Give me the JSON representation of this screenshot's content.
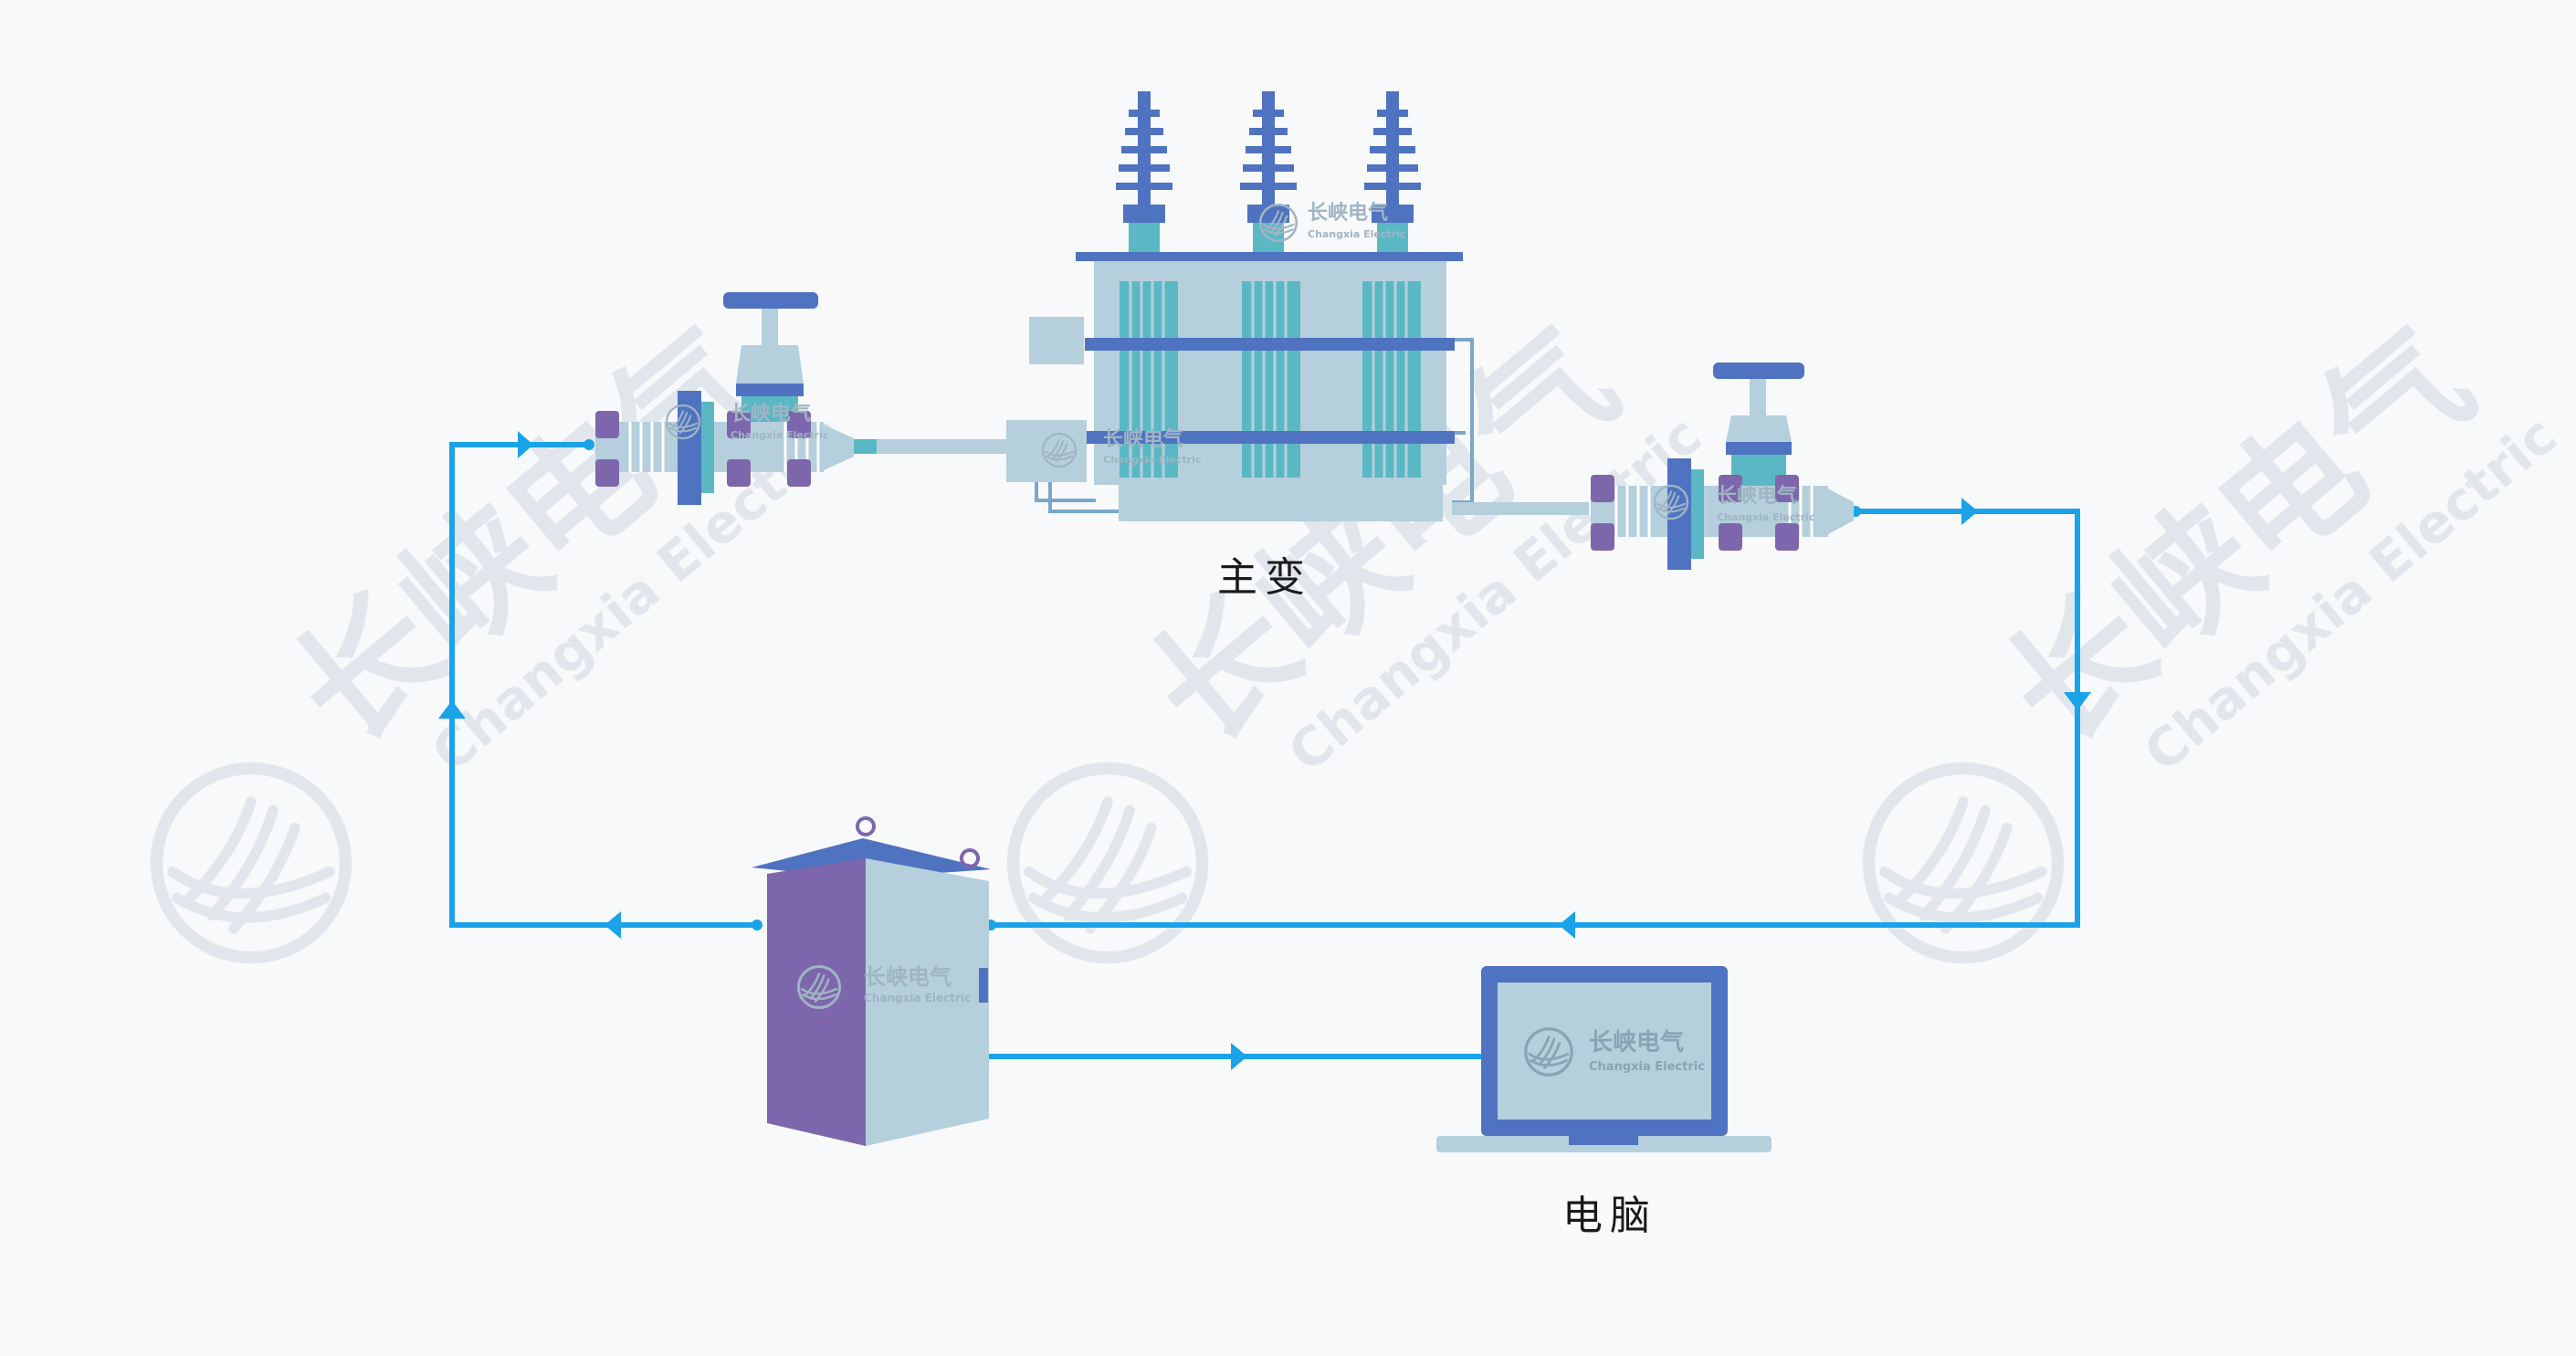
{
  "labels": {
    "transformer": "主变",
    "computer": "电脑"
  },
  "logo": {
    "cn": "长峡电气",
    "en": "Changxia Electric"
  },
  "colors": {
    "flow_line": "#1aa3e8",
    "equipment_light": "#b5cfdc",
    "equipment_blue": "#4f73c0",
    "equipment_teal": "#5ab8c4",
    "cabinet_purple": "#7e66ad",
    "watermark": "#d6dce3"
  }
}
